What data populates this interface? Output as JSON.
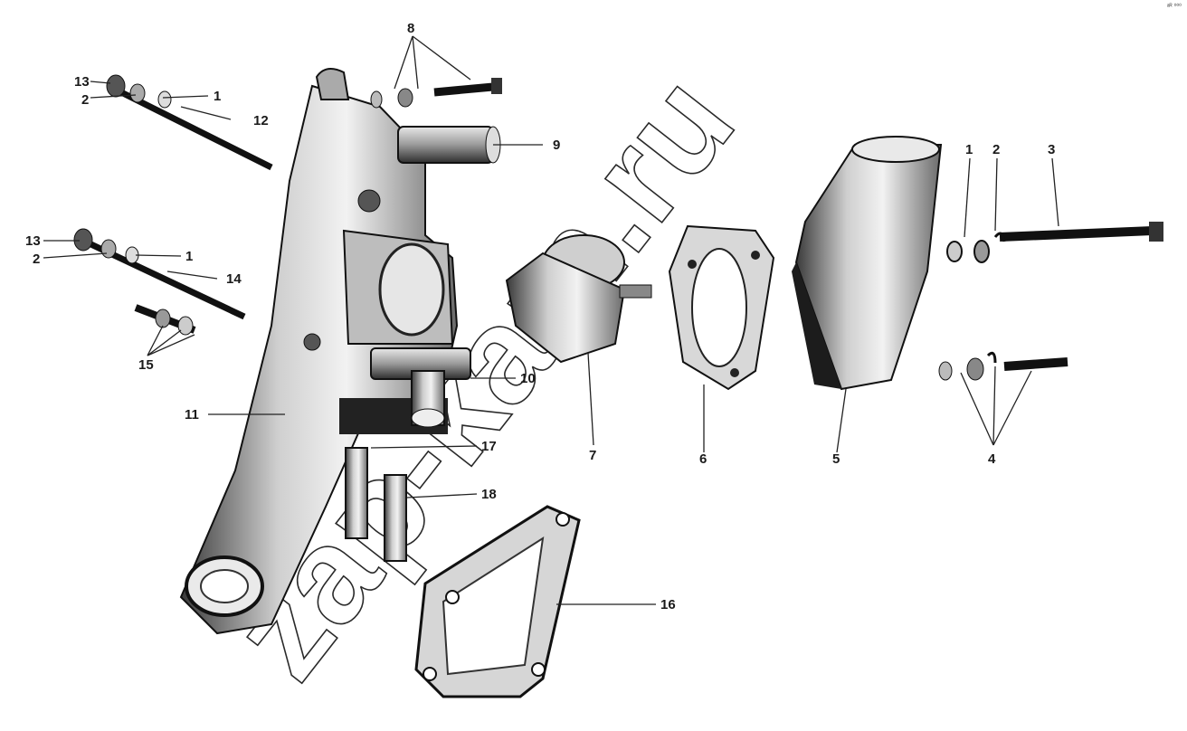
{
  "watermark": "zap-kam.ru",
  "corner_mark": "ᵃᴿ ⁰⁰⁰",
  "labels": {
    "p1a": "1",
    "p1b": "1",
    "p1c": "1",
    "p2a": "2",
    "p2b": "2",
    "p2c": "2",
    "p3": "3",
    "p4": "4",
    "p5": "5",
    "p6": "6",
    "p7": "7",
    "p8": "8",
    "p9": "9",
    "p10": "10",
    "p11": "11",
    "p12": "12",
    "p13a": "13",
    "p13b": "13",
    "p14": "14",
    "p15": "15",
    "p16": "16",
    "p17": "17",
    "p18": "18"
  }
}
